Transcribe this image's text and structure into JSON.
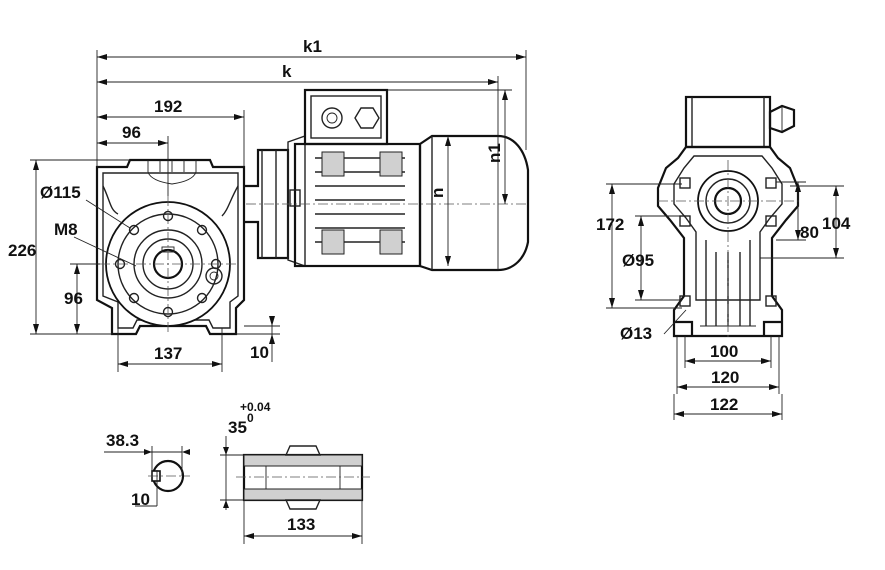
{
  "dimensions": {
    "k1": "k1",
    "k": "k",
    "n1": "n1",
    "n": "n",
    "d192": "192",
    "d96_top": "96",
    "d115": "Ø115",
    "m8": "M8",
    "d226": "226",
    "d96_left": "96",
    "d137": "137",
    "d10_base": "10",
    "d172": "172",
    "d95": "Ø95",
    "d13": "Ø13",
    "d80": "80",
    "d104": "104",
    "d100": "100",
    "d120": "120",
    "d122": "122",
    "d38_3": "38.3",
    "d10_key": "10",
    "d35": "35",
    "tol_upper": "+0.04",
    "tol_lower": "0",
    "d133": "133"
  }
}
